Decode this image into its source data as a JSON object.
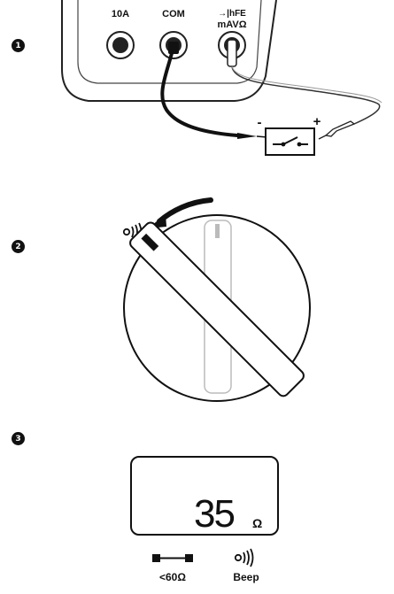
{
  "steps": [
    "1",
    "2",
    "3"
  ],
  "jacks": {
    "amps_label": "10A",
    "com_label": "COM",
    "volt_label_line1": "→|hFE",
    "volt_label_line2": "mAVΩ"
  },
  "circuit": {
    "negative_sign": "-",
    "positive_sign": "+"
  },
  "dial": {
    "selected_function_icon": "continuity-beep-icon"
  },
  "display": {
    "reading": "35",
    "unit": "Ω"
  },
  "legend": {
    "continuity_threshold": "<60Ω",
    "beep_label": "Beep"
  }
}
